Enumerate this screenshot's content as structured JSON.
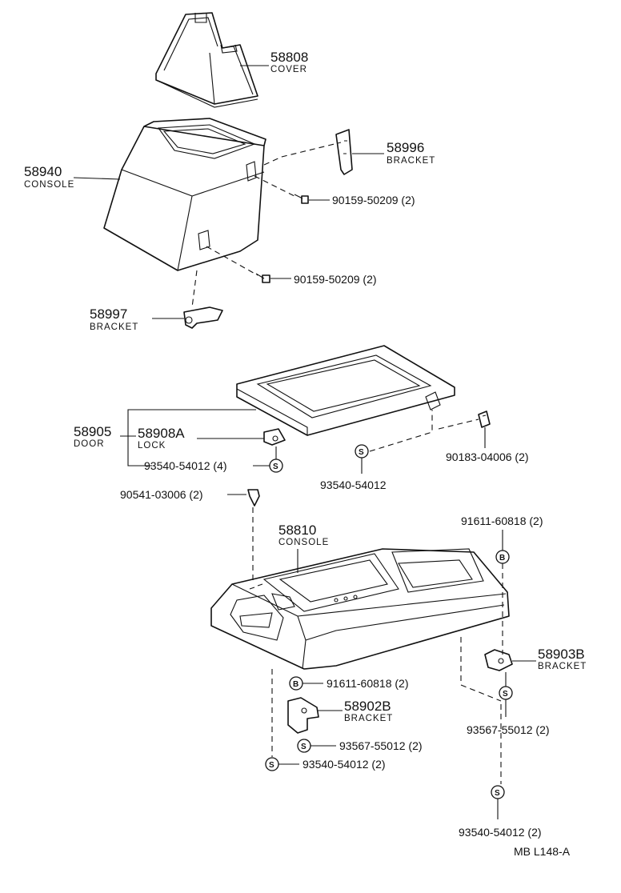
{
  "parts": {
    "cover": {
      "number": "58808",
      "name": "COVER"
    },
    "upper_console": {
      "number": "58940",
      "name": "CONSOLE"
    },
    "bracket_top": {
      "number": "58996",
      "name": "BRACKET"
    },
    "screw_a": {
      "ref": "90159-50209 (2)"
    },
    "screw_b": {
      "ref": "90159-50209 (2)"
    },
    "bracket_left": {
      "number": "58997",
      "name": "BRACKET"
    },
    "door": {
      "number": "58905",
      "name": "DOOR"
    },
    "lock": {
      "number": "58908A",
      "name": "LOCK"
    },
    "screw_lock": {
      "ref": "93540-54012 (4)"
    },
    "screw_door": {
      "ref": "93540-54012"
    },
    "clip_door": {
      "ref": "90183-04006 (2)"
    },
    "clip_front": {
      "ref": "90541-03006 (2)"
    },
    "lower_console": {
      "number": "58810",
      "name": "CONSOLE"
    },
    "bolt_right": {
      "ref": "91611-60818 (2)"
    },
    "bracket_right": {
      "number": "58903B",
      "name": "BRACKET"
    },
    "screw_right": {
      "ref": "93567-55012 (2)"
    },
    "screw_right_low": {
      "ref": "93540-54012 (2)"
    },
    "bolt_left": {
      "ref": "91611-60818 (2)"
    },
    "bracket_low_left": {
      "number": "58902B",
      "name": "BRACKET"
    },
    "screw_left": {
      "ref": "93567-55012 (2)"
    },
    "screw_left_low": {
      "ref": "93540-54012 (2)"
    }
  },
  "symbols": {
    "screw": "S",
    "bolt": "B"
  },
  "footer": {
    "code": "MB  L148-A"
  }
}
